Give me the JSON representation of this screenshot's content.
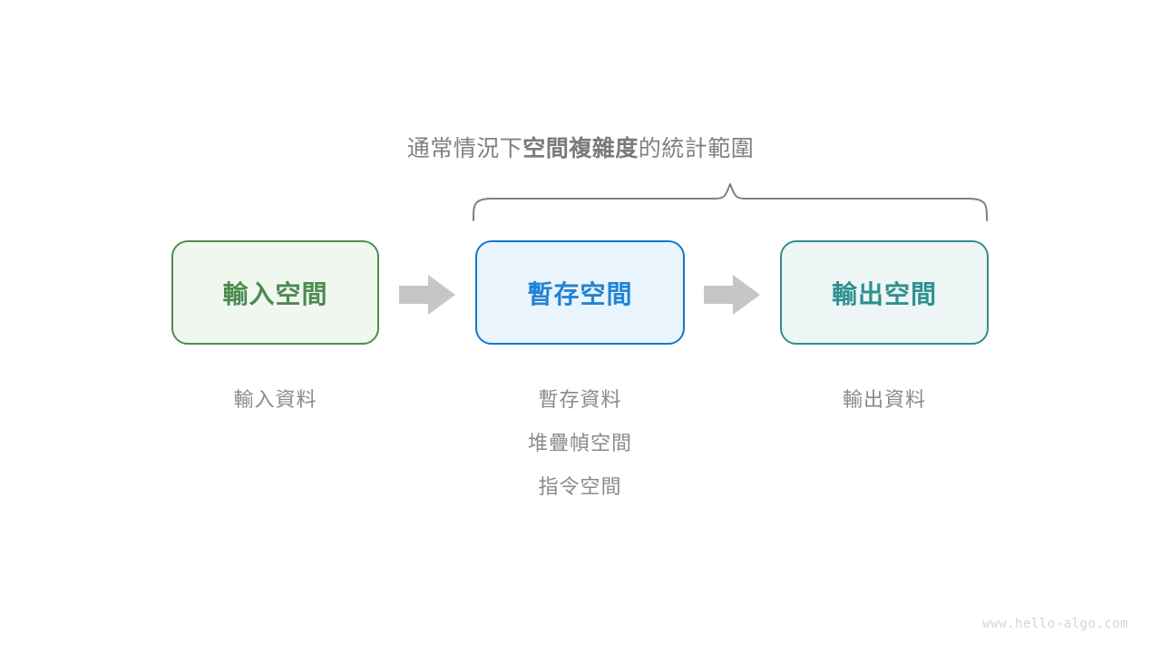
{
  "diagram": {
    "caption": {
      "prefix": "通常情況下",
      "emphasis": "空間複雜度",
      "suffix": "的統計範圍"
    },
    "brace": {
      "name": "curly-brace-spanning-temp-and-output",
      "color": "#7f7f7f"
    },
    "boxes": [
      {
        "id": "input",
        "label": "輸入空間",
        "border_color": "#4e8e4e",
        "fill_color": "#f0f7ef",
        "text_color": "#4b8b4f",
        "sub_labels": [
          "輸入資料"
        ]
      },
      {
        "id": "temp",
        "label": "暫存空間",
        "border_color": "#1577cf",
        "fill_color": "#e9f4fd",
        "text_color": "#2383d3",
        "sub_labels": [
          "暫存資料",
          "堆疊幀空間",
          "指令空間"
        ]
      },
      {
        "id": "output",
        "label": "輸出空間",
        "border_color": "#2f8f8b",
        "fill_color": "#edf6f5",
        "text_color": "#309090",
        "sub_labels": [
          "輸出資料"
        ]
      }
    ],
    "arrows": [
      {
        "id": "arrow-input-to-temp",
        "color": "#c6c6c6"
      },
      {
        "id": "arrow-temp-to-output",
        "color": "#c6c6c6"
      }
    ],
    "watermark": "www.hello-algo.com"
  }
}
